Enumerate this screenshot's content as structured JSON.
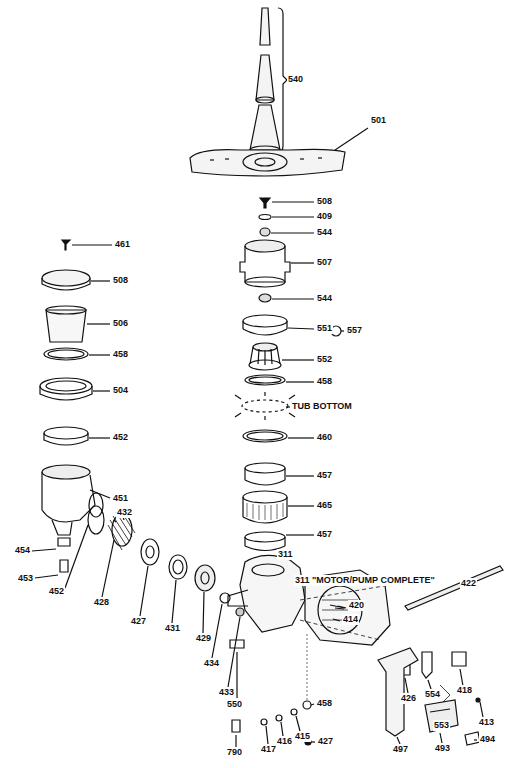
{
  "diagram": {
    "labels": [
      "540",
      "501",
      "508",
      "409",
      "544",
      "507",
      "544",
      "551",
      "557",
      "552",
      "458",
      "TUB BOTTOM",
      "460",
      "457",
      "465",
      "457",
      "311",
      "311 \"MOTOR/PUMP COMPLETE\"",
      "420",
      "414",
      "422",
      "461",
      "508",
      "506",
      "458",
      "504",
      "452",
      "451",
      "432",
      "454",
      "453",
      "452",
      "428",
      "427",
      "431",
      "429",
      "434",
      "433",
      "550",
      "790",
      "417",
      "416",
      "415",
      "458",
      "427",
      "426",
      "554",
      "418",
      "413",
      "553",
      "497",
      "493",
      "494"
    ]
  }
}
